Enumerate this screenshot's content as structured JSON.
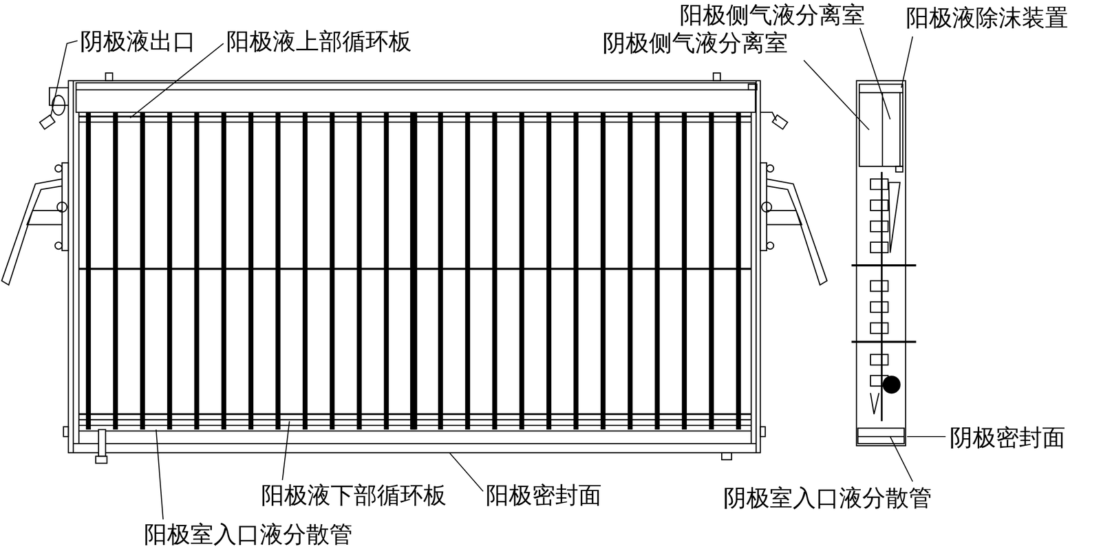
{
  "diagram": {
    "labels": [
      "阳极侧气液分离室",
      "阳极液除沫装置",
      "阴极液出口",
      "阳极液上部循环板",
      "阴极侧气液分离室",
      "阴极密封面",
      "阳极液下部循环板",
      "阳极密封面",
      "阴极室入口液分散管",
      "阳极室入口液分散管"
    ]
  }
}
